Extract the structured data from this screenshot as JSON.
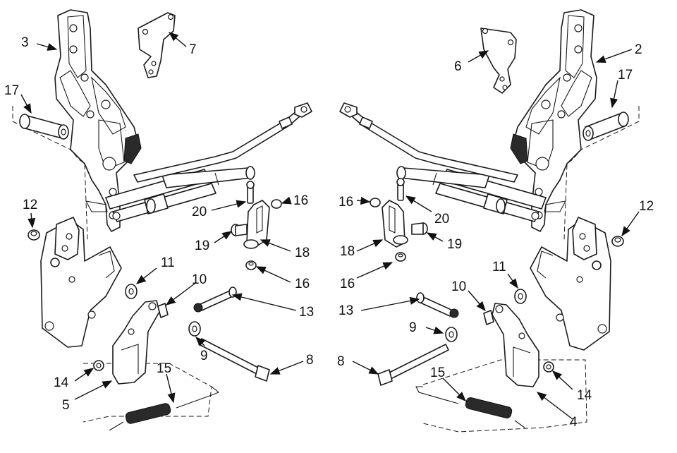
{
  "callouts": {
    "c2": "2",
    "c3": "3",
    "c4": "4",
    "c5": "5",
    "c6": "6",
    "c7": "7",
    "c8_right": "8",
    "c8_left": "8",
    "c9_left": "9",
    "c9_right": "9",
    "c10_left": "10",
    "c10_right": "10",
    "c11_left": "11",
    "c11_right": "11",
    "c12_left": "12",
    "c12_right": "12",
    "c13_left": "13",
    "c13_right": "13",
    "c14_left": "14",
    "c14_right": "14",
    "c15_left": "15",
    "c15_right": "15",
    "c16_a": "16",
    "c16_b": "16",
    "c16_c": "16",
    "c16_d": "16",
    "c17_left": "17",
    "c17_right": "17",
    "c18_left": "18",
    "c18_right": "18",
    "c19_left": "19",
    "c19_right": "19",
    "c20_left": "20",
    "c20_right": "20"
  }
}
